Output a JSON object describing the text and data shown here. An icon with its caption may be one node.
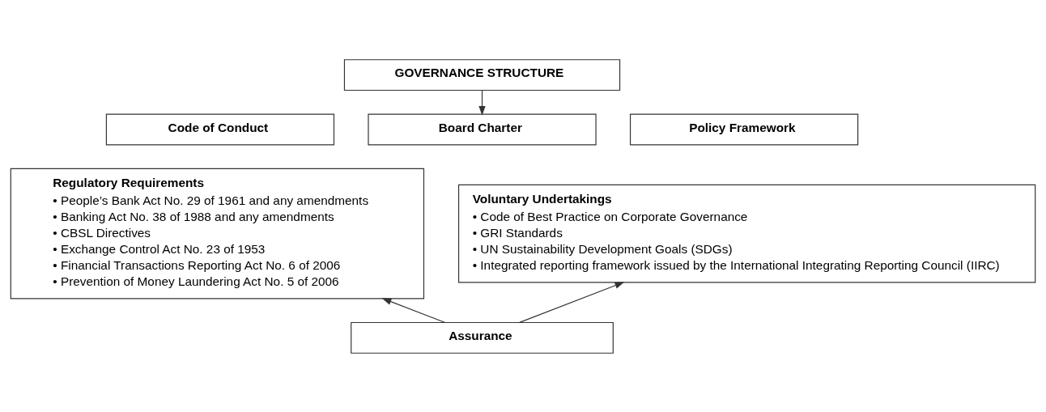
{
  "diagram": {
    "nodes": [
      {
        "text": [
          "GOVERNANCE STRUCTURE"
        ]
      },
      {
        "text": [
          "Code of Conduct"
        ]
      },
      {
        "text": [
          "Board Charter"
        ]
      },
      {
        "text": [
          "Policy Framework"
        ]
      },
      {
        "text": [
          "Regulatory Requirements",
          "• People’s Bank Act No. 29 of 1961 and any amendments",
          "• Banking Act No. 38 of 1988 and any amendments",
          "• CBSL Directives",
          "• Exchange Control Act No. 23 of 1953",
          "• Financial Transactions Reporting Act No. 6 of 2006",
          "• Prevention of Money Laundering Act No. 5 of 2006"
        ]
      },
      {
        "text": [
          "Voluntary Undertakings",
          "• Code of Best Practice on Corporate Governance",
          "• GRI Standards",
          "• UN Sustainability Development Goals (SDGs)",
          "• Integrated reporting framework issued by the International Integrating Reporting Council (IIRC)"
        ]
      },
      {
        "text": [
          "Assurance"
        ]
      }
    ],
    "edges": [
      {
        "from": 0,
        "to": 2,
        "arrow": "to"
      },
      {
        "from": 6,
        "to": 4,
        "arrow": "to"
      },
      {
        "from": 6,
        "to": 5,
        "arrow": "to"
      }
    ]
  }
}
